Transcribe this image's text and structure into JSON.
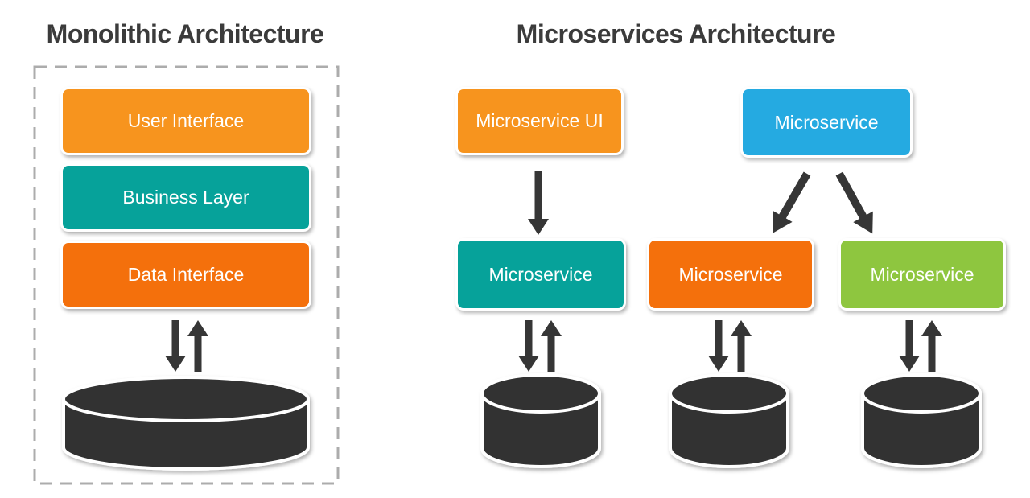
{
  "titles": {
    "monolithic": "Monolithic Architecture",
    "microservices": "Microservices Architecture"
  },
  "monolith": {
    "layers": [
      {
        "label": "User Interface",
        "color": "#F7941E"
      },
      {
        "label": "Business Layer",
        "color": "#06A29A"
      },
      {
        "label": "Data Interface",
        "color": "#F4700C"
      }
    ],
    "database_icon": "database-cylinder-icon"
  },
  "micro": {
    "ui_service": {
      "label": "Microservice UI",
      "color": "#F7941E"
    },
    "gateway_service": {
      "label": "Microservice",
      "color": "#25AAE1"
    },
    "services": [
      {
        "label": "Microservice",
        "color": "#06A29A"
      },
      {
        "label": "Microservice",
        "color": "#F4700C"
      },
      {
        "label": "Microservice",
        "color": "#8EC63F"
      }
    ],
    "database_icon": "database-cylinder-icon"
  },
  "icons": {
    "arrow_down": "arrow-down-icon",
    "arrow_up": "arrow-up-icon",
    "database": "database-cylinder-icon"
  },
  "colors": {
    "title_text": "#3B3B3B",
    "label_text": "#FFFFFF",
    "arrow": "#363636",
    "database": "#333333",
    "boundary_dash": "#ACACAC",
    "background": "#FFFFFF"
  }
}
